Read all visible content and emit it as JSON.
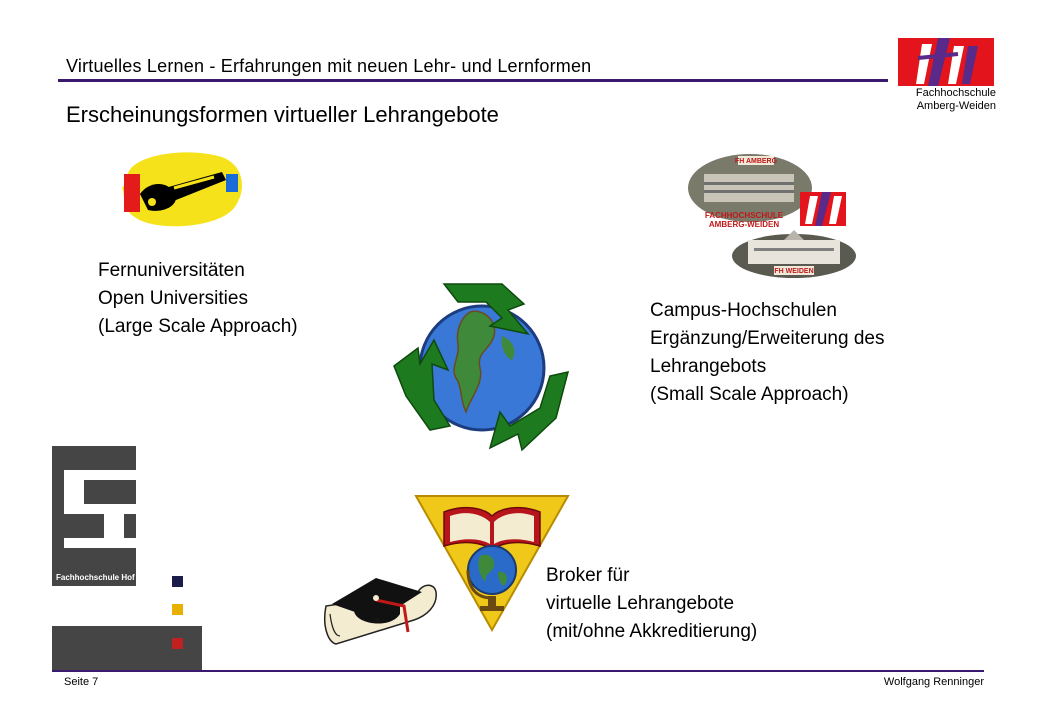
{
  "header": {
    "title": "Virtuelles Lernen - Erfahrungen mit neuen Lehr- und Lernformen",
    "subtitle": "Erscheinungsformen virtueller Lehrangebote"
  },
  "logo": {
    "line1": "Fachhochschule",
    "line2": "Amberg-Weiden",
    "color": "#e3141c"
  },
  "blocks": {
    "fern": [
      "Fernuniversitäten",
      "Open Universities",
      "(Large Scale Approach)"
    ],
    "campus": [
      "Campus-Hochschulen",
      "Ergänzung/Erweiterung des",
      "Lehrangebots",
      "(Small Scale Approach)"
    ],
    "broker": [
      "Broker für",
      "virtuelle Lehrangebote",
      "(mit/ohne Akkreditierung)"
    ]
  },
  "fh_hof": {
    "label": "Fachhochschule Hof",
    "square_colors": [
      "#1c1c4a",
      "#e8b000",
      "#c02020"
    ]
  },
  "photo_labels": {
    "campus_top": "FH AMBERG",
    "campus_name_1": "FACHHOCHSCHULE",
    "campus_name_2": "AMBERG-WEIDEN",
    "campus_bottom": "FH WEIDEN"
  },
  "footer": {
    "left": "Seite 7",
    "right": "Wolfgang Renninger"
  },
  "colors": {
    "rule": "#3a1a6e",
    "arrows": "#1e7a1e",
    "ocean": "#3a78d8",
    "land": "#3e8a3a",
    "palette_yellow": "#f5e21a"
  }
}
